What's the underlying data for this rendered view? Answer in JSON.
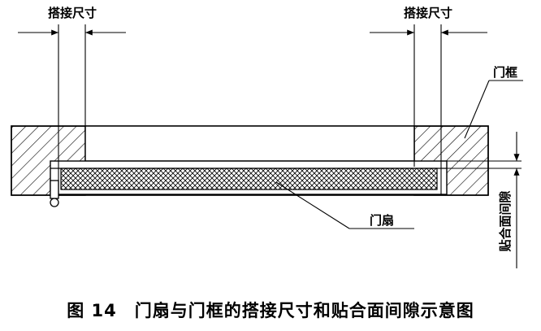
{
  "labels": {
    "overlap_left": "搭接尺寸",
    "overlap_right": "搭接尺寸",
    "door_frame": "门框",
    "door_leaf": "门扇",
    "contact_gap": "贴合面间隙"
  },
  "caption": "图 14　门扇与门框的搭接尺寸和贴合面间隙示意图"
}
